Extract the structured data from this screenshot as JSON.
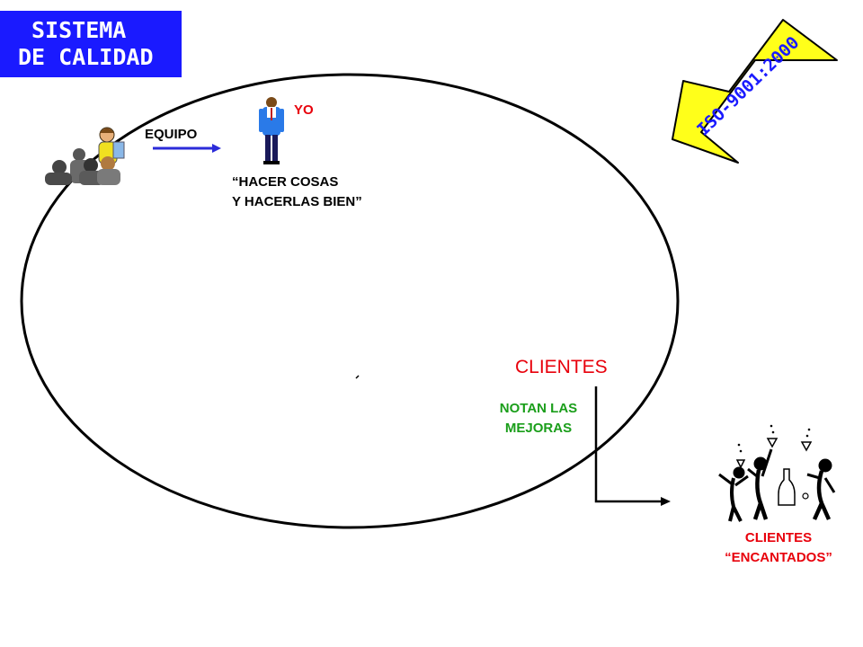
{
  "title": {
    "line1": "SISTEMA",
    "line2": "DE CALIDAD"
  },
  "arrow_badge": "ISO-9001:2000",
  "team_label": "EQUIPO",
  "me_label": "YO",
  "motto": {
    "line1": "“HACER COSAS",
    "line2": "Y HACERLAS BIEN”"
  },
  "clients_label": "CLIENTES",
  "notice": {
    "line1": "NOTAN LAS",
    "line2": "MEJORAS"
  },
  "delighted": {
    "line1": "CLIENTES",
    "line2": "“ENCANTADOS”"
  },
  "colors": {
    "title_bg": "#1a1aff",
    "accent_red": "#e8000b",
    "green": "#1a9e1a",
    "arrow_yellow": "#ffff1a",
    "badge_blue": "#1a1aff"
  }
}
